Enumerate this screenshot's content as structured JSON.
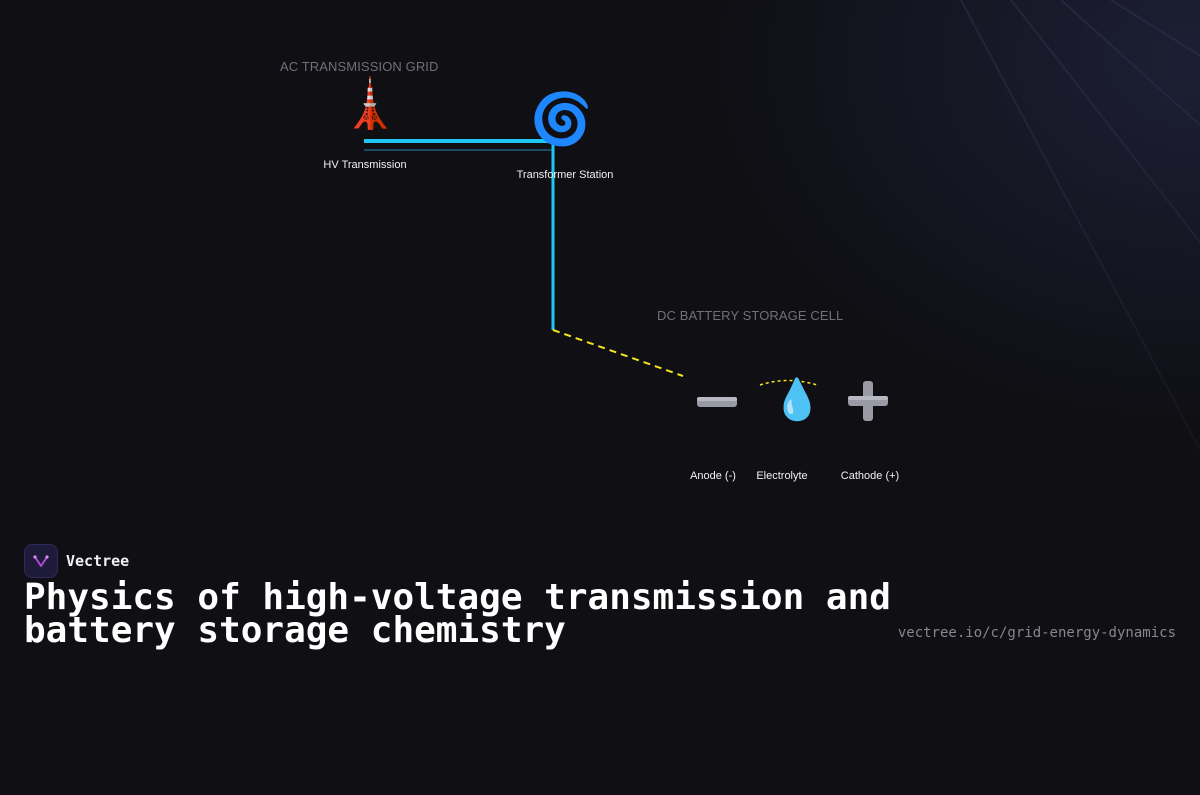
{
  "sections": {
    "ac_grid": "AC TRANSMISSION GRID",
    "dc_battery": "DC BATTERY STORAGE CELL"
  },
  "nodes": {
    "hv_transmission": {
      "icon": "tower-icon",
      "glyph": "🗼",
      "label": "HV Transmission"
    },
    "transformer": {
      "icon": "cyclone-icon",
      "glyph": "🌀",
      "label": "Transformer Station"
    },
    "anode": {
      "icon": "minus-icon",
      "label": "Anode (-)"
    },
    "electrolyte": {
      "icon": "droplet-icon",
      "glyph": "💧",
      "label": "Electrolyte"
    },
    "cathode": {
      "icon": "plus-icon",
      "label": "Cathode (+)"
    }
  },
  "colors": {
    "ac_wire": "#1ec8f5",
    "dc_wire": "#f5e31e",
    "background": "#0f0f14"
  },
  "brand": {
    "name": "Vectree",
    "icon": "vectree-logo-icon"
  },
  "title": "Physics of high-voltage transmission and battery storage chemistry",
  "url": "vectree.io/c/grid-energy-dynamics"
}
